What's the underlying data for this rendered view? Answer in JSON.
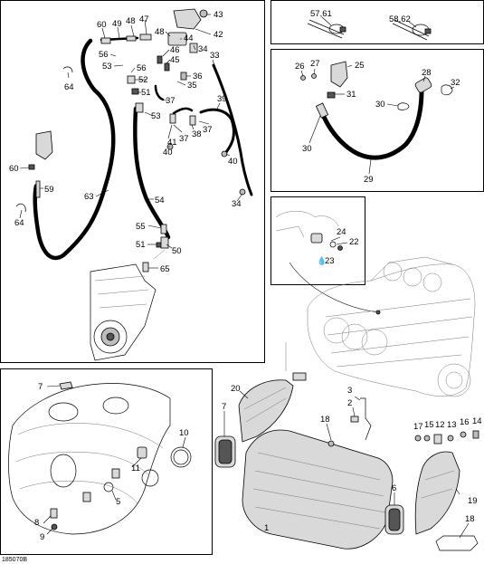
{
  "drawing_code": "185070B",
  "callouts": {
    "c60": "60",
    "c49": "49",
    "c48a": "48",
    "c47": "47",
    "c43": "43",
    "c42": "42",
    "c48b": "48",
    "c44": "44",
    "c56a": "56",
    "c53a": "53",
    "c46": "46",
    "c45": "45",
    "c56b": "56",
    "c34a": "34",
    "c33": "33",
    "c64a": "64",
    "c36": "36",
    "c52": "52",
    "c35": "35",
    "c51a": "51",
    "c37a": "37",
    "c53b": "53",
    "c39": "39",
    "c37b": "37",
    "c38": "38",
    "c37c": "37",
    "c41": "41",
    "c40a": "40",
    "c40b": "40",
    "c60b": "60",
    "c59": "59",
    "c63": "63",
    "c54": "54",
    "c34b": "34",
    "c64b": "64",
    "c55": "55",
    "c51b": "51",
    "c50": "50",
    "c65": "65",
    "c5761": "57,61",
    "c5862": "58,62",
    "c26": "26",
    "c27": "27",
    "c25": "25",
    "c28": "28",
    "c32": "32",
    "c31": "31",
    "c30a": "30",
    "c30b": "30",
    "c29": "29",
    "c24": "24",
    "c22": "22",
    "c23": "23",
    "c7a": "7",
    "c10": "10",
    "c11": "11",
    "c5": "5",
    "c8": "8",
    "c9": "9",
    "c20": "20",
    "c3": "3",
    "c2": "2",
    "c7b": "7",
    "c18a": "18",
    "c17": "17",
    "c15": "15",
    "c12": "12",
    "c13": "13",
    "c16": "16",
    "c14": "14",
    "c6": "6",
    "c19": "19",
    "c1": "1",
    "c18b": "18"
  }
}
